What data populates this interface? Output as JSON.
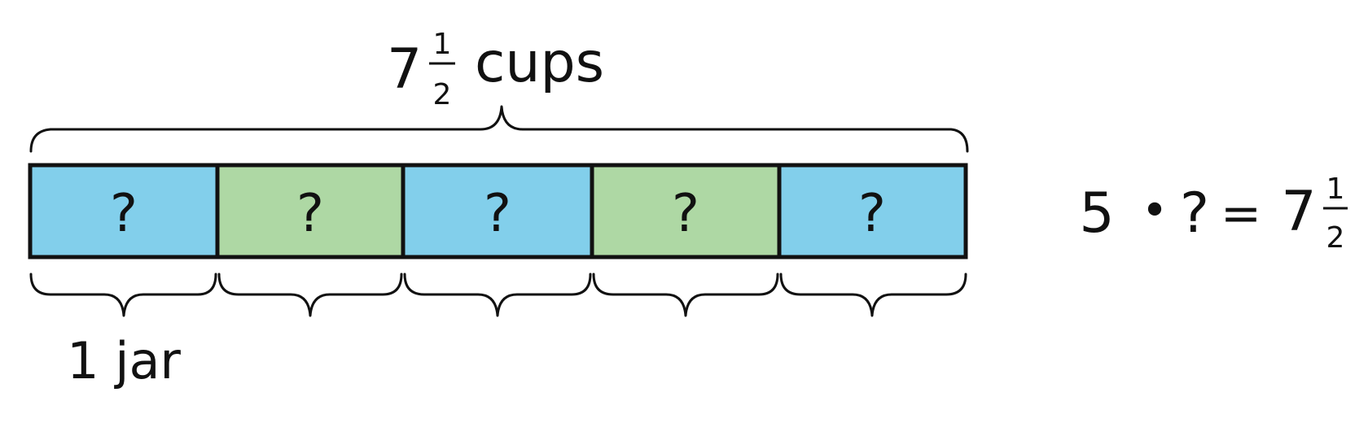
{
  "total_label": {
    "whole": "7",
    "numerator": "1",
    "denominator": "2",
    "unit": "cups"
  },
  "segments": [
    {
      "label": "?",
      "color": "#82cfeb"
    },
    {
      "label": "?",
      "color": "#aed8a4"
    },
    {
      "label": "?",
      "color": "#82cfeb"
    },
    {
      "label": "?",
      "color": "#aed8a4"
    },
    {
      "label": "?",
      "color": "#82cfeb"
    }
  ],
  "part_label": "1 jar",
  "equation": {
    "factor": "5",
    "operator": "•",
    "unknown": "?",
    "equals": "=",
    "whole": "7",
    "numerator": "1",
    "denominator": "2"
  }
}
